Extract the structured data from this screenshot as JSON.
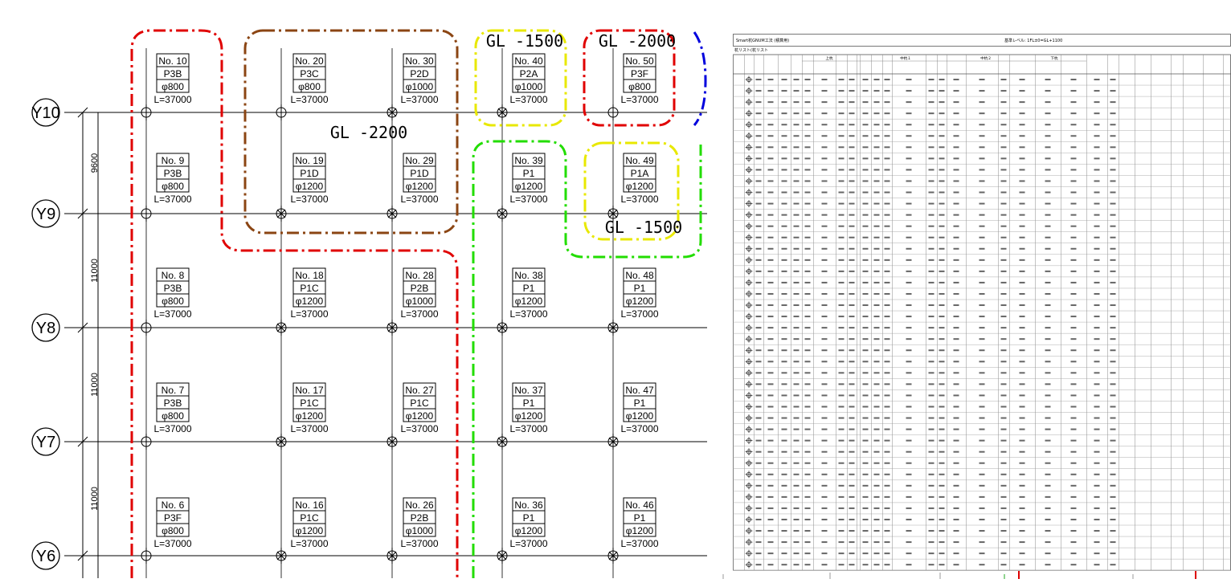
{
  "grid": {
    "rows": [
      {
        "label": "Y10"
      },
      {
        "label": "Y9"
      },
      {
        "label": "Y8"
      },
      {
        "label": "Y7"
      },
      {
        "label": "Y6"
      }
    ],
    "spacings": [
      "9600",
      "11000",
      "11000",
      "11000"
    ]
  },
  "groups": [
    {
      "label": "GL -2200",
      "color": "#8B4513"
    },
    {
      "label": "GL -1500",
      "color": "#e8e800"
    },
    {
      "label": "GL -2000",
      "color": "#e00000"
    },
    {
      "label": "GL -1500",
      "color": "#e8e800"
    }
  ],
  "piles": [
    {
      "no": "No. 10",
      "type": "P3B",
      "dia": "φ800",
      "len": "L=37000"
    },
    {
      "no": "No. 20",
      "type": "P3C",
      "dia": "φ800",
      "len": "L=37000"
    },
    {
      "no": "No. 30",
      "type": "P2D",
      "dia": "φ1000",
      "len": "L=37000"
    },
    {
      "no": "No. 40",
      "type": "P2A",
      "dia": "φ1000",
      "len": "L=37000"
    },
    {
      "no": "No. 50",
      "type": "P3F",
      "dia": "φ800",
      "len": "L=37000"
    },
    {
      "no": "No. 9",
      "type": "P3B",
      "dia": "φ800",
      "len": "L=37000"
    },
    {
      "no": "No. 19",
      "type": "P1D",
      "dia": "φ1200",
      "len": "L=37000"
    },
    {
      "no": "No. 29",
      "type": "P1D",
      "dia": "φ1200",
      "len": "L=37000"
    },
    {
      "no": "No. 39",
      "type": "P1",
      "dia": "φ1200",
      "len": "L=37000"
    },
    {
      "no": "No. 49",
      "type": "P1A",
      "dia": "φ1200",
      "len": "L=37000"
    },
    {
      "no": "No. 8",
      "type": "P3B",
      "dia": "φ800",
      "len": "L=37000"
    },
    {
      "no": "No. 18",
      "type": "P1C",
      "dia": "φ1200",
      "len": "L=37000"
    },
    {
      "no": "No. 28",
      "type": "P2B",
      "dia": "φ1000",
      "len": "L=37000"
    },
    {
      "no": "No. 38",
      "type": "P1",
      "dia": "φ1200",
      "len": "L=37000"
    },
    {
      "no": "No. 48",
      "type": "P1",
      "dia": "φ1200",
      "len": "L=37000"
    },
    {
      "no": "No. 7",
      "type": "P3B",
      "dia": "φ800",
      "len": "L=37000"
    },
    {
      "no": "No. 17",
      "type": "P1C",
      "dia": "φ1200",
      "len": "L=37000"
    },
    {
      "no": "No. 27",
      "type": "P1C",
      "dia": "φ1200",
      "len": "L=37000"
    },
    {
      "no": "No. 37",
      "type": "P1",
      "dia": "φ1200",
      "len": "L=37000"
    },
    {
      "no": "No. 47",
      "type": "P1",
      "dia": "φ1200",
      "len": "L=37000"
    },
    {
      "no": "No. 6",
      "type": "P3F",
      "dia": "φ800",
      "len": "L=37000"
    },
    {
      "no": "No. 16",
      "type": "P1C",
      "dia": "φ1200",
      "len": "L=37000"
    },
    {
      "no": "No. 26",
      "type": "P2B",
      "dia": "φ1000",
      "len": "L=37000"
    },
    {
      "no": "No. 36",
      "type": "P1",
      "dia": "φ1200",
      "len": "L=37000"
    },
    {
      "no": "No. 46",
      "type": "P1",
      "dia": "φ1200",
      "len": "L=37000"
    }
  ],
  "pile_list": {
    "header_left": "Smart杭GNUM工法 (積算用)",
    "header_right": "基準レベル: 1FL±0=GL+1100",
    "caption": "杭リスト(杭リスト",
    "col_groups": [
      "上杭",
      "中杭１",
      "中杭２",
      "下杭"
    ],
    "rows": 44
  },
  "colors": {
    "brown": "#8B4513",
    "red": "#e00000",
    "yellow": "#e8e800",
    "green": "#22dd00",
    "blue": "#0000dd"
  }
}
